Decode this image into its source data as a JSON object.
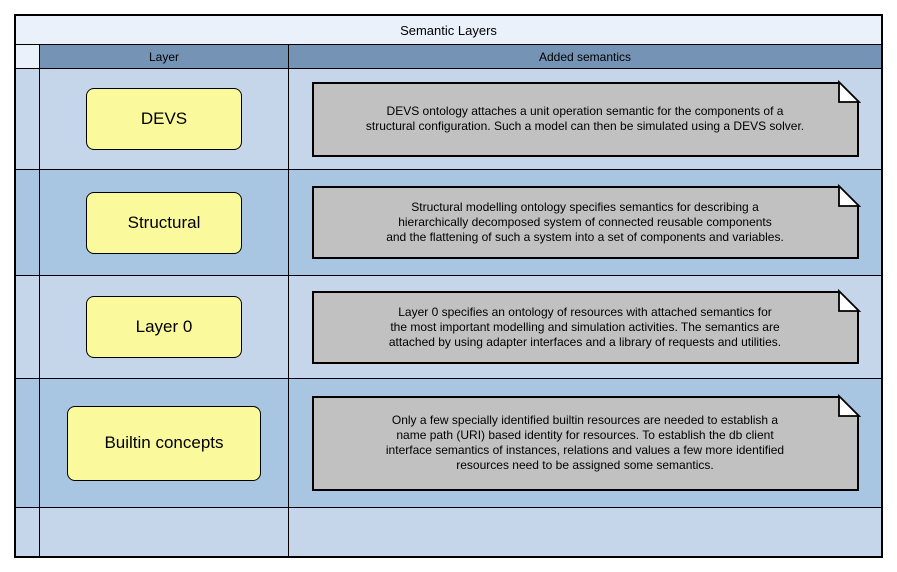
{
  "title": "Semantic Layers",
  "columns": {
    "layer": "Layer",
    "added": "Added semantics"
  },
  "rows": [
    {
      "layer": "DEVS",
      "note_lines": [
        "DEVS ontology attaches a unit operation semantic for the components of a",
        "structural configuration. Such a model can then be simulated using a DEVS solver."
      ]
    },
    {
      "layer": "Structural",
      "note_lines": [
        "Structural modelling ontology specifies semantics for describing a",
        "hierarchically decomposed system of connected reusable components",
        "and the flattening of such a system into a set of components and variables."
      ]
    },
    {
      "layer": "Layer 0",
      "note_lines": [
        "Layer 0 specifies an ontology of resources with attached semantics for",
        "the most important modelling and simulation activities. The semantics are",
        "attached by using adapter interfaces and a library of requests and utilities."
      ]
    },
    {
      "layer": "Builtin concepts",
      "note_lines": [
        "Only a few specially identified builtin resources are needed to establish a",
        "name path (URI) based identity for resources. To establish the db client",
        "interface semantics of instances, relations and values a few more identified",
        "resources need to be assigned some semantics."
      ]
    }
  ],
  "colors": {
    "title_bg": "#EAF1FB",
    "header_bg": "#7593B4",
    "row_light": "#C6D6EA",
    "row_dark": "#A8C5E2",
    "layer_box_bg": "#FAFA9C",
    "note_bg": "#C1C1C1",
    "line": "#000000"
  }
}
